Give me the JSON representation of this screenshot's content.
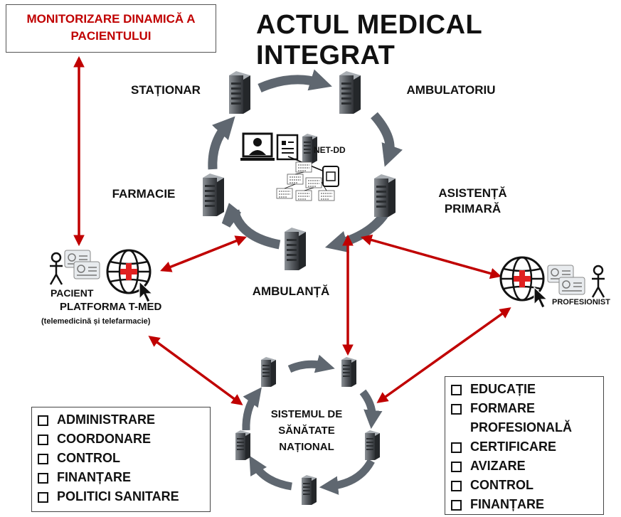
{
  "header": {
    "main_title": "ACTUL MEDICAL INTEGRAT",
    "monitor_label": "MONITORIZARE DINAMICĂ A PACIENTULUI"
  },
  "nodes": {
    "stationar": "STAȚIONAR",
    "ambulatoriu": "AMBULATORIU",
    "farmacie": "FARMACIE",
    "asistenta": "ASISTENȚĂ PRIMARĂ",
    "ambulanta": "AMBULANȚĂ",
    "net_dd": "NET-DD"
  },
  "patient": {
    "label": "PACIENT",
    "platform": "PLATFORMA T-MED",
    "platform_note": "(telemedicină și telefarmacie)"
  },
  "professional": {
    "label": "PROFESIONIST"
  },
  "national_system": {
    "label": "SISTEMUL DE SĂNĂTATE NAȚIONAL"
  },
  "left_list": {
    "items": [
      "ADMINISTRARE",
      "COORDONARE",
      "CONTROL",
      "FINANȚARE",
      "POLITICI SANITARE"
    ]
  },
  "right_list": {
    "items": [
      "EDUCAȚIE",
      "FORMARE PROFESIONALĂ",
      "CERTIFICARE",
      "AVIZARE",
      "CONTROL",
      "FINANȚARE"
    ]
  },
  "colors": {
    "arrow_red": "#c00000",
    "cycle_grey": "#5f6770",
    "server_dark": "#3a3d42",
    "server_light": "#9aa0a6"
  },
  "icons": [
    "server-icon",
    "globe-cross-icon",
    "cursor-icon",
    "stick-figure-icon",
    "id-card-icon",
    "doctor-monitor-icon",
    "document-icon",
    "network-icon"
  ]
}
